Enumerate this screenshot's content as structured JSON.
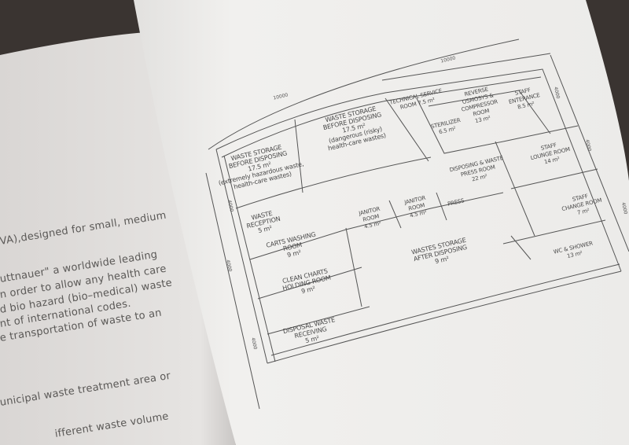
{
  "left_page": {
    "lines": [
      "VA),designed for small, medium",
      "uttnauer\" a worldwide leading",
      "n order to allow any health care",
      "d bio hazard (bio–medical) waste",
      "nt of international codes.",
      "e transportation of waste to an",
      "unicipal waste treatment area or",
      "ifferent waste volume"
    ]
  },
  "floor_plan": {
    "dimensions": {
      "top_left": "10000",
      "top_right": "10000",
      "left_1": "4000",
      "left_2": "4000",
      "left_3": "4000",
      "right_1": "4000",
      "right_2": "4000",
      "right_3": "4000"
    },
    "rooms": [
      {
        "lines": [
          "WASTE STORAGE",
          "BEFORE DISPOSING",
          "17.5 m²",
          "(extremely hazardous waste,",
          "health-care wastes)"
        ]
      },
      {
        "lines": [
          "WASTE STORAGE",
          "BEFORE DISPOSING",
          "17.5 m²",
          "(dangerous (risky)",
          "health-care wastes)"
        ]
      },
      {
        "lines": [
          "TECHNICAL SERVICE",
          "ROOM 7.5 m²"
        ]
      },
      {
        "lines": [
          "REVERSE",
          "OSMOSYS &",
          "COMPRESSOR",
          "ROOM",
          "13 m²"
        ]
      },
      {
        "lines": [
          "STAFF",
          "ENTERANCE",
          "8.5 m²"
        ]
      },
      {
        "lines": [
          "STERILIZER",
          "6.5 m²"
        ]
      },
      {
        "lines": [
          "DISPOSING & WASTE",
          "PRESS ROOM",
          "22 m²"
        ]
      },
      {
        "lines": [
          "STAFF",
          "LOUNGE ROOM",
          "14 m²"
        ]
      },
      {
        "lines": [
          "STAFF",
          "CHANGE ROOM",
          "7 m²"
        ]
      },
      {
        "lines": [
          "WC & SHOWER",
          "13 m²"
        ]
      },
      {
        "lines": [
          "PRESS"
        ]
      },
      {
        "lines": [
          "JANITOR",
          "ROOM",
          "4.5 m²"
        ]
      },
      {
        "lines": [
          "JANITOR",
          "ROOM",
          "4.5 m²"
        ]
      },
      {
        "lines": [
          "WASTE",
          "RECEPTION",
          "5 m²"
        ]
      },
      {
        "lines": [
          "CARTS WASHING",
          "ROOM",
          "9 m²"
        ]
      },
      {
        "lines": [
          "CLEAN CHARTS",
          "HOLDING ROOM",
          "9 m²"
        ]
      },
      {
        "lines": [
          "DISPOSAL WASTE",
          "RECEIVING",
          "5 m²"
        ]
      },
      {
        "lines": [
          "WASTES STORAGE",
          "AFTER DISPOSING",
          "9 m²"
        ]
      }
    ]
  }
}
